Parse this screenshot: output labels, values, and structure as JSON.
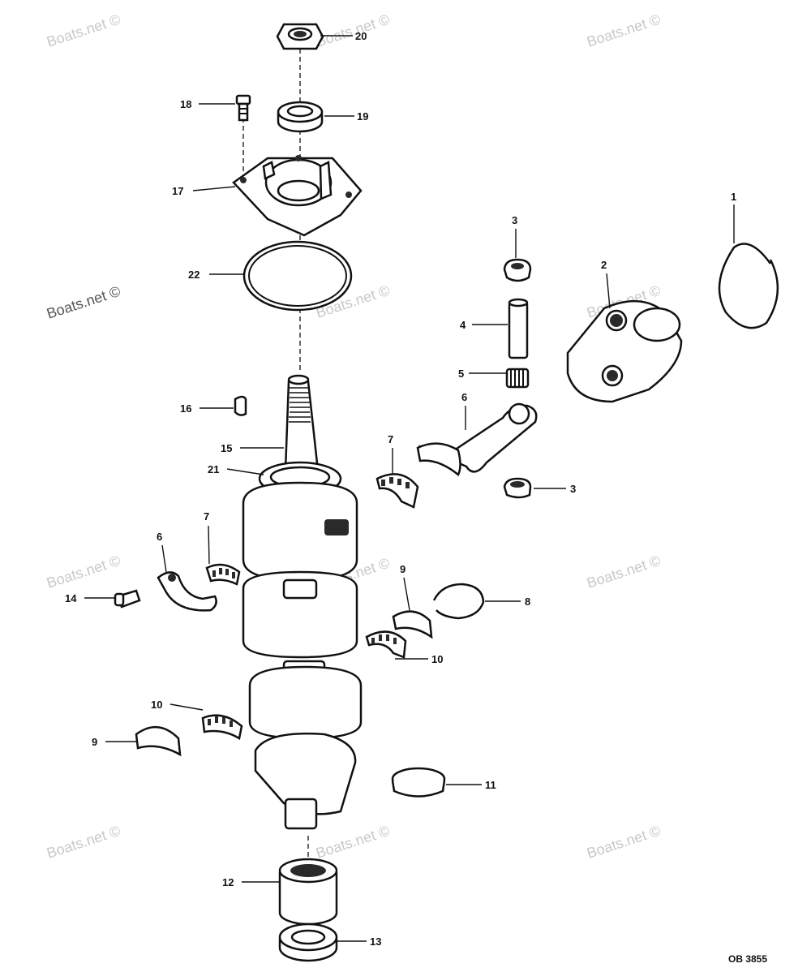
{
  "callouts": {
    "c1": "1",
    "c2": "2",
    "c3a": "3",
    "c3b": "3",
    "c4": "4",
    "c5": "5",
    "c6a": "6",
    "c6b": "6",
    "c7a": "7",
    "c7b": "7",
    "c8": "8",
    "c9a": "9",
    "c9b": "9",
    "c10a": "10",
    "c10b": "10",
    "c11": "11",
    "c12": "12",
    "c13": "13",
    "c14": "14",
    "c15": "15",
    "c16": "16",
    "c17": "17",
    "c18": "18",
    "c19": "19",
    "c20": "20",
    "c21": "21",
    "c22": "22"
  },
  "watermark": "Boats.net ©",
  "reference_code": "OB 3855"
}
